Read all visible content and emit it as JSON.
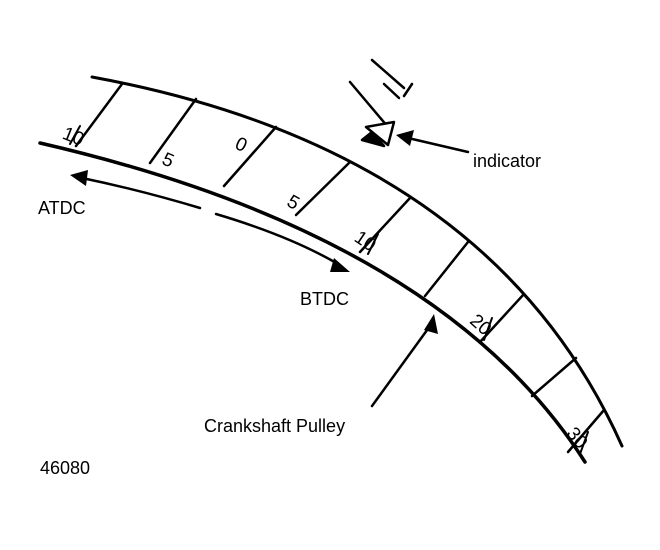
{
  "labels": {
    "indicator": "indicator",
    "atdc": "ATDC",
    "btdc": "BTDC",
    "pulley": "Crankshaft Pulley",
    "figure_number": "46080"
  },
  "scale_marks": [
    "10",
    "5",
    "0",
    "5",
    "10",
    "20",
    "30"
  ],
  "colors": {
    "ink": "#000000",
    "paper": "#ffffff"
  }
}
